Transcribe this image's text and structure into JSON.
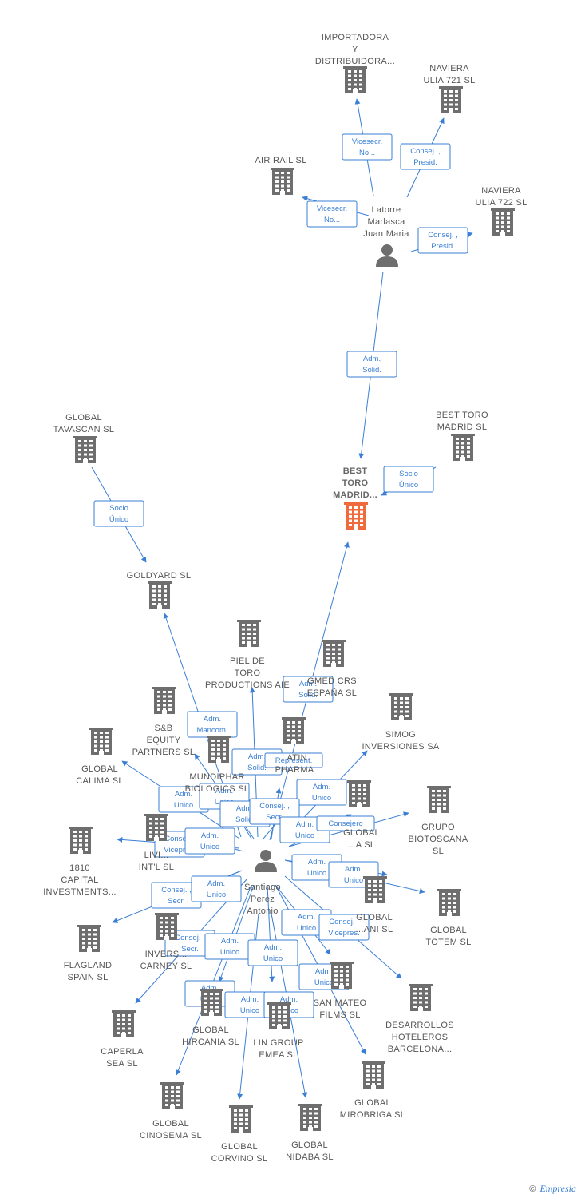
{
  "colors": {
    "edge": "#3a7fd5",
    "building": "#6e6e6e",
    "focus_building": "#ef6a3c",
    "person": "#6e6e6e",
    "label": "#555555"
  },
  "credit": {
    "symbol": "©",
    "brand": "Empresia"
  },
  "nodes": [
    {
      "id": "importadora",
      "type": "company",
      "label": [
        "IMPORTADORA",
        "Y",
        "DISTRIBUIDORA..."
      ]
    },
    {
      "id": "naviera721",
      "type": "company",
      "label": [
        "NAVIERA",
        "ULIA 721  SL"
      ]
    },
    {
      "id": "airrail",
      "type": "company",
      "label": [
        "AIR RAIL SL"
      ]
    },
    {
      "id": "latorre",
      "type": "person",
      "label": [
        "Latorre",
        "Marlasca",
        "Juan Maria"
      ]
    },
    {
      "id": "naviera722",
      "type": "company",
      "label": [
        "NAVIERA",
        "ULIA 722  SL"
      ]
    },
    {
      "id": "globaltavascan",
      "type": "company",
      "label": [
        "GLOBAL",
        "TAVASCAN  SL"
      ]
    },
    {
      "id": "besttoro2",
      "type": "company",
      "label": [
        "BEST TORO",
        "MADRID  SL"
      ]
    },
    {
      "id": "besttoro",
      "type": "company",
      "focus": true,
      "label": [
        "BEST",
        "TORO",
        "MADRID..."
      ]
    },
    {
      "id": "goldyard",
      "type": "company",
      "label": [
        "GOLDYARD SL"
      ]
    },
    {
      "id": "pieldetoro",
      "type": "company",
      "label": [
        "PIEL DE",
        "TORO",
        "PRODUCTIONS AIE"
      ]
    },
    {
      "id": "gmed",
      "type": "company",
      "label": [
        "GMED CRS",
        "ESPAÑA  SL"
      ]
    },
    {
      "id": "sbequity",
      "type": "company",
      "label": [
        "S&B",
        "EQUITY",
        "PARTNERS  SL"
      ]
    },
    {
      "id": "simog",
      "type": "company",
      "label": [
        "SIMOG",
        "INVERSIONES SA"
      ]
    },
    {
      "id": "globalcalima",
      "type": "company",
      "label": [
        "GLOBAL",
        "CALIMA SL"
      ]
    },
    {
      "id": "mundiphar",
      "type": "company",
      "label": [
        "MUNDIPHAR",
        "BIOLOGICS SL"
      ]
    },
    {
      "id": "latinpharma",
      "type": "company",
      "label": [
        "LATIN",
        "PHARMA"
      ]
    },
    {
      "id": "globalx",
      "type": "company",
      "label": [
        "GLOBAL",
        "...A SL"
      ]
    },
    {
      "id": "grupobiotoscana",
      "type": "company",
      "label": [
        "GRUPO",
        "BIOTOSCANA",
        "SL"
      ]
    },
    {
      "id": "capital1810",
      "type": "company",
      "label": [
        "1810",
        "CAPITAL",
        "INVESTMENTS..."
      ]
    },
    {
      "id": "living",
      "type": "company",
      "label": [
        "LIVI...",
        "INT'L  SL"
      ]
    },
    {
      "id": "santiago",
      "type": "person",
      "label": [
        "Santiago",
        "Perez",
        "Antonio"
      ]
    },
    {
      "id": "globalani",
      "type": "company",
      "label": [
        "GLOBAL",
        "...ANI  SL"
      ]
    },
    {
      "id": "globaltotem",
      "type": "company",
      "label": [
        "GLOBAL",
        "TOTEM  SL"
      ]
    },
    {
      "id": "flagland",
      "type": "company",
      "label": [
        "FLAGLAND",
        "SPAIN SL"
      ]
    },
    {
      "id": "inverscarney",
      "type": "company",
      "label": [
        "INVERS...",
        "CARNEY SL"
      ]
    },
    {
      "id": "sanmateo",
      "type": "company",
      "label": [
        "SAN MATEO",
        "FILMS SL"
      ]
    },
    {
      "id": "desarrollos",
      "type": "company",
      "label": [
        "DESARROLLOS",
        "HOTELEROS",
        "BARCELONA..."
      ]
    },
    {
      "id": "caperla",
      "type": "company",
      "label": [
        "CAPERLA",
        "SEA SL"
      ]
    },
    {
      "id": "globalhircania",
      "type": "company",
      "label": [
        "GLOBAL",
        "HIRCANIA  SL"
      ]
    },
    {
      "id": "lingroup",
      "type": "company",
      "label": [
        "LIN GROUP",
        "EMEA  SL"
      ]
    },
    {
      "id": "globalmirobriga",
      "type": "company",
      "label": [
        "GLOBAL",
        "MIROBRIGA SL"
      ]
    },
    {
      "id": "globalcinosema",
      "type": "company",
      "label": [
        "GLOBAL",
        "CINOSEMA SL"
      ]
    },
    {
      "id": "globalcorvino",
      "type": "company",
      "label": [
        "GLOBAL",
        "CORVINO SL"
      ]
    },
    {
      "id": "globalnidaba",
      "type": "company",
      "label": [
        "GLOBAL",
        "NIDABA  SL"
      ]
    }
  ],
  "edges": [
    {
      "from": "latorre",
      "to": "importadora",
      "label": [
        "Vicesecr.",
        "No..."
      ]
    },
    {
      "from": "latorre",
      "to": "naviera721",
      "label": [
        "Consej. ,",
        "Presid."
      ]
    },
    {
      "from": "latorre",
      "to": "airrail",
      "label": [
        "Vicesecr.",
        "No..."
      ]
    },
    {
      "from": "latorre",
      "to": "naviera722",
      "label": [
        "Consej. ,",
        "Presid."
      ]
    },
    {
      "from": "latorre",
      "to": "besttoro",
      "label": [
        "Adm.",
        "Solid."
      ]
    },
    {
      "from": "besttoro2",
      "to": "besttoro",
      "label": [
        "Socio",
        "Único"
      ]
    },
    {
      "from": "globaltavascan",
      "to": "goldyard",
      "label": [
        "Socio",
        "Único"
      ]
    },
    {
      "from": "santiago",
      "to": "besttoro",
      "label": [
        "Adm.",
        "Solid."
      ]
    },
    {
      "from": "santiago",
      "to": "goldyard",
      "label": [
        "Adm.",
        "Mancom."
      ]
    },
    {
      "from": "santiago",
      "to": "pieldetoro",
      "label": [
        "Adm.",
        "Solid."
      ]
    },
    {
      "from": "santiago",
      "to": "latinpharma",
      "label": [
        "Represent."
      ]
    },
    {
      "from": "santiago",
      "to": "simog",
      "label": [
        "Adm.",
        "Unico"
      ]
    },
    {
      "from": "santiago",
      "to": "globalcalima",
      "label": [
        "Adm.",
        "Unico"
      ]
    },
    {
      "from": "santiago",
      "to": "mundiphar",
      "label": [
        "Adm.",
        "Unico"
      ]
    },
    {
      "from": "santiago",
      "to": "sbequity",
      "label": [
        "Adm.",
        "Solid."
      ]
    },
    {
      "from": "santiago",
      "to": "gmed",
      "label": [
        "Consej. ,",
        "Secr."
      ]
    },
    {
      "from": "santiago",
      "to": "globalx",
      "label": [
        "Adm.",
        "Unico"
      ]
    },
    {
      "from": "santiago",
      "to": "grupobiotoscana",
      "label": [
        "Consejero"
      ]
    },
    {
      "from": "santiago",
      "to": "capital1810",
      "label": [
        "Consej. ,",
        "Vicepres."
      ]
    },
    {
      "from": "santiago",
      "to": "living",
      "label": [
        "Adm.",
        "Unico"
      ]
    },
    {
      "from": "santiago",
      "to": "globalani",
      "label": [
        "Adm.",
        "Unico"
      ]
    },
    {
      "from": "santiago",
      "to": "globaltotem",
      "label": [
        "Adm.",
        "Unico"
      ]
    },
    {
      "from": "santiago",
      "to": "flagland",
      "label": [
        "Consej. ,",
        "Secr."
      ]
    },
    {
      "from": "santiago",
      "to": "inverscarney",
      "label": [
        "Adm.",
        "Unico"
      ]
    },
    {
      "from": "santiago",
      "to": "caperla",
      "label": [
        "Consej. ,",
        "Secr."
      ]
    },
    {
      "from": "santiago",
      "to": "globalhircania",
      "label": [
        "Adm.",
        "Unico"
      ]
    },
    {
      "from": "santiago",
      "to": "lingroup",
      "label": [
        "Adm.",
        "Unico"
      ]
    },
    {
      "from": "santiago",
      "to": "sanmateo",
      "label": [
        "Adm.",
        "Unico"
      ]
    },
    {
      "from": "santiago",
      "to": "desarrollos",
      "label": [
        "Consej. ,",
        "Vicepres."
      ]
    },
    {
      "from": "santiago",
      "to": "globalmirobriga",
      "label": [
        "Adm.",
        "Unico"
      ]
    },
    {
      "from": "santiago",
      "to": "globalcinosema",
      "label": [
        "Adm.",
        "Unico"
      ]
    },
    {
      "from": "santiago",
      "to": "globalcorvino",
      "label": [
        "Adm.",
        "Unico"
      ]
    },
    {
      "from": "santiago",
      "to": "globalnidaba",
      "label": [
        "Adm.",
        "Unico"
      ]
    }
  ]
}
